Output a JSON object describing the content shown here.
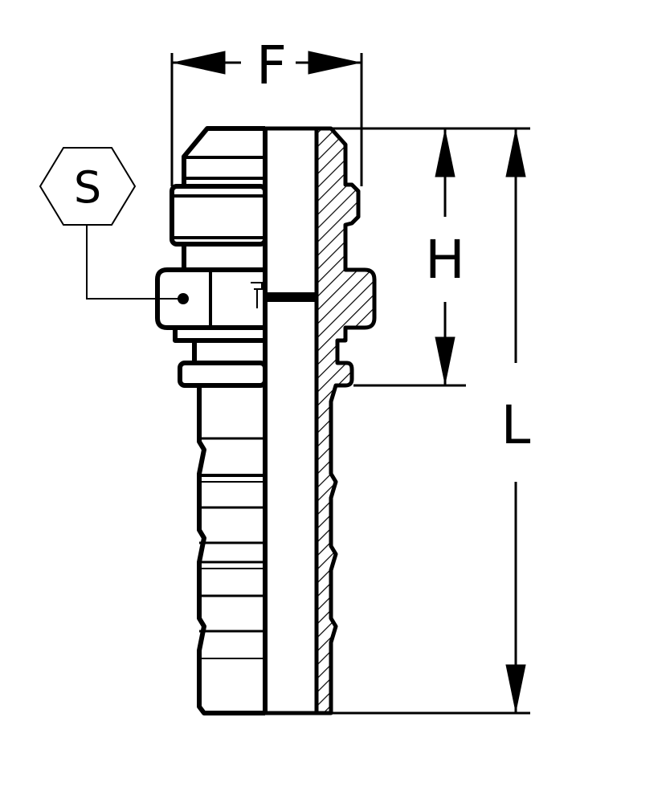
{
  "dimensions": {
    "F": "F",
    "H": "H",
    "L": "L"
  },
  "callout": {
    "hex_symbol": "S"
  },
  "colors": {
    "line": "#000000",
    "background": "#ffffff"
  }
}
